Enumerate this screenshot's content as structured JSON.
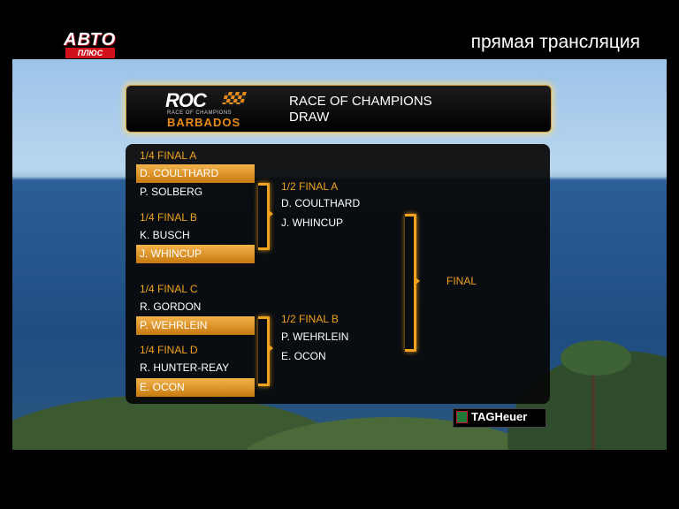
{
  "channel": {
    "logo_main": "АВТО",
    "logo_sub": "ПЛЮС"
  },
  "broadcast": {
    "live_label": "прямая трансляция"
  },
  "event": {
    "logo_word": "ROC",
    "logo_tagline": "RACE OF CHAMPIONS",
    "logo_location": "BARBADOS",
    "title_line1": "RACE OF CHAMPIONS",
    "title_line2": "DRAW"
  },
  "colors": {
    "accent": "#f0a21d",
    "winner_fill": "#e0961f",
    "panel": "#080808"
  },
  "bracket": {
    "quarter_finals": [
      {
        "label": "1/4 FINAL A",
        "driver1": "D. COULTHARD",
        "driver2": "P. SOLBERG",
        "winner": 1
      },
      {
        "label": "1/4 FINAL B",
        "driver1": "K. BUSCH",
        "driver2": "J. WHINCUP",
        "winner": 2
      },
      {
        "label": "1/4 FINAL C",
        "driver1": "R. GORDON",
        "driver2": "P. WEHRLEIN",
        "winner": 2
      },
      {
        "label": "1/4 FINAL D",
        "driver1": "R. HUNTER-REAY",
        "driver2": "E. OCON",
        "winner": 2
      }
    ],
    "semi_finals": [
      {
        "label": "1/2 FINAL A",
        "driver1": "D. COULTHARD",
        "driver2": "J. WHINCUP"
      },
      {
        "label": "1/2 FINAL B",
        "driver1": "P. WEHRLEIN",
        "driver2": "E. OCON"
      }
    ],
    "final": {
      "label": "FINAL"
    }
  },
  "sponsor": {
    "name": "TAGHeuer",
    "icon": "tag-heuer-shield-icon"
  }
}
